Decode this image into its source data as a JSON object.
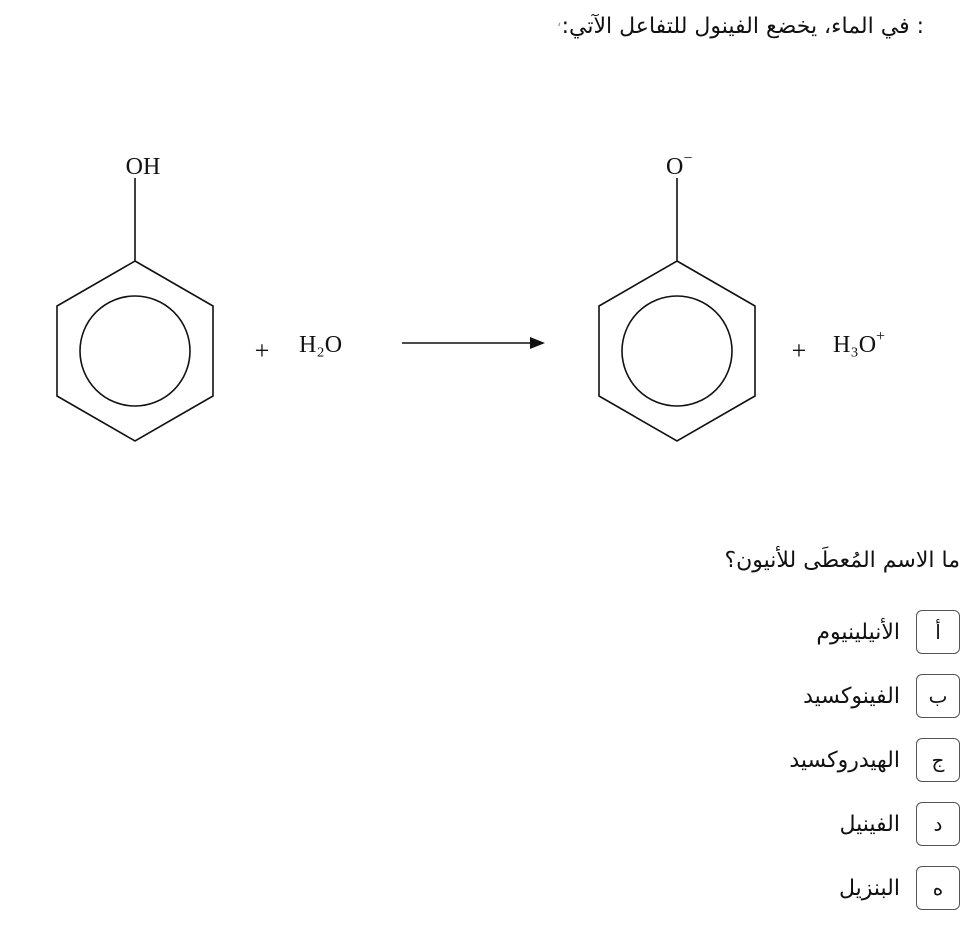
{
  "intro_text": ": في الماء، يخضع الفينول للتفاعل الآتي:",
  "intro_mark": "‘",
  "reaction": {
    "reactant_group": "OH",
    "plus": "+",
    "water": "H₂O",
    "product_group_base": "O",
    "product_group_charge": "−",
    "hydronium_base": "H₃O",
    "hydronium_charge": "+"
  },
  "question": "ما الاسم المُعطَى للأنيون؟",
  "options": [
    {
      "letter": "أ",
      "label": "الأنيلينيوم"
    },
    {
      "letter": "ب",
      "label": "الفينوكسيد"
    },
    {
      "letter": "ج",
      "label": "الهيدروكسيد"
    },
    {
      "letter": "د",
      "label": "الفينيل"
    },
    {
      "letter": "ه",
      "label": "البنزيل"
    }
  ]
}
